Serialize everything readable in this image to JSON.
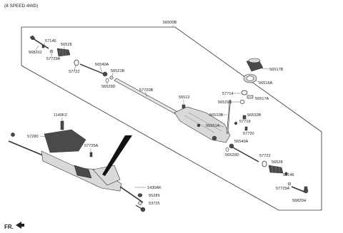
{
  "header": {
    "variant": "(8 SPEED 4WD)"
  },
  "assembly_number": "56500B",
  "labels": {
    "l57146a": "57146",
    "l56528a": "56528",
    "l56820j": "56820J",
    "l57729a": "57729A",
    "l57722a": "57722",
    "l56540a": "56540A",
    "l56521b": "56521B",
    "l56529d_a": "56529D",
    "l57720b": "57720B",
    "l56512": "56512",
    "l56517b": "56517B",
    "l56516a": "56516A",
    "l57714": "57714",
    "l56517a": "56517A",
    "l56529b": "56529B",
    "l56510b": "56510B",
    "l56532b": "56532B",
    "l57719": "57719",
    "l56551a": "56551A",
    "l57720": "57720",
    "l56540a_b": "56540A",
    "l56529d_b": "56529D",
    "l57722b": "57722",
    "l56528b": "56528",
    "l57146b": "57146",
    "l57729a_b": "57729A",
    "l56820h": "56820H",
    "l1140fz": "1140FZ",
    "l57280": "57280",
    "l57725a": "57725A",
    "l1430ak": "1430AK",
    "l55289": "55289",
    "l53725": "53725"
  },
  "direction_marker": "FR."
}
